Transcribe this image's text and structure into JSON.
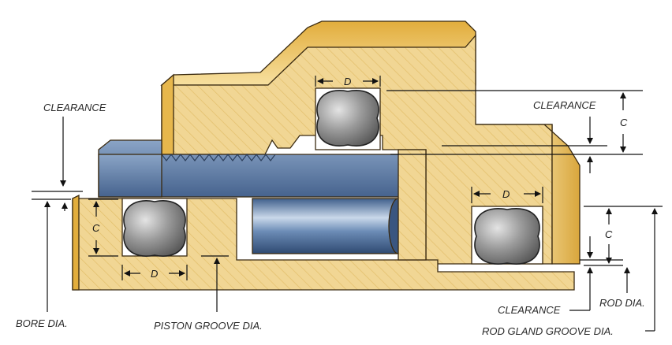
{
  "labels": {
    "clearance_left": "CLEARANCE",
    "clearance_top_right": "CLEARANCE",
    "clearance_bottom_right": "CLEARANCE",
    "c_left": "C",
    "c_top_right": "C",
    "c_bottom_right": "C",
    "d_left": "D",
    "d_top": "D",
    "d_right": "D",
    "bore_dia": "BORE DIA.",
    "piston_groove_dia": "PISTON GROOVE DIA.",
    "rod_dia": "ROD DIA.",
    "rod_gland_groove_dia": "ROD GLAND GROOVE DIA."
  },
  "colors": {
    "brass": "#f2d896",
    "brass_dark": "#d9ad4a",
    "steel_blue": "#5d7da6",
    "steel_light": "#9fb6d3",
    "oring_gray": "#8a8a8a",
    "oring_light": "#cfcfcf"
  }
}
